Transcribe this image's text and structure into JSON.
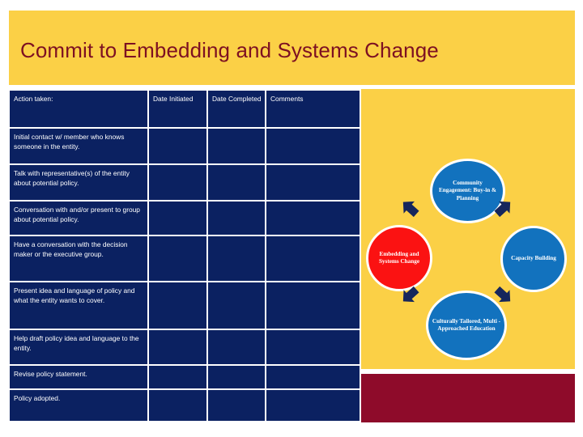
{
  "slide": {
    "title": "Commit to Embedding and Systems Change",
    "colors": {
      "title_band": "#fbd046",
      "title_text": "#7d1022",
      "body_panel": "#fbd046",
      "accent_maroon": "#8e0b2a",
      "table_cell": "#0b2161",
      "node_blue": "#1272be",
      "node_red": "#fb1212",
      "arrow": "#16265c"
    }
  },
  "table": {
    "headers": [
      "Action taken:",
      "Date Initiated",
      "Date Completed",
      "Comments"
    ],
    "rows": [
      {
        "action": "Initial contact w/ member who knows someone in the entity.",
        "date_initiated": "",
        "date_completed": "",
        "comments": ""
      },
      {
        "action": "Talk with representative(s) of the entity about potential policy.",
        "date_initiated": "",
        "date_completed": "",
        "comments": ""
      },
      {
        "action": "Conversation with and/or present to group about potential policy.",
        "date_initiated": "",
        "date_completed": "",
        "comments": ""
      },
      {
        "action": "Have a conversation with the decision maker or the executive group.",
        "date_initiated": "",
        "date_completed": "",
        "comments": ""
      },
      {
        "action": "Present idea and language of policy and what the entity wants to cover.",
        "date_initiated": "",
        "date_completed": "",
        "comments": ""
      },
      {
        "action": "Help draft policy idea and language to the entity.",
        "date_initiated": "",
        "date_completed": "",
        "comments": ""
      },
      {
        "action": "Revise policy statement.",
        "date_initiated": "",
        "date_completed": "",
        "comments": ""
      },
      {
        "action": "Policy adopted.",
        "date_initiated": "",
        "date_completed": "",
        "comments": ""
      }
    ]
  },
  "cycle_diagram": {
    "nodes": [
      {
        "id": "top",
        "label": "Community Engagement: Buy-in & Planning",
        "color": "#1272be"
      },
      {
        "id": "right",
        "label": "Capacity Building",
        "color": "#1272be"
      },
      {
        "id": "bottom",
        "label": "Culturally Tailored, Multi -Approached Education",
        "color": "#1272be"
      },
      {
        "id": "left",
        "label": "Embedding and Systems Change",
        "color": "#fb1212"
      }
    ],
    "arrows": [
      "arrow-top-left",
      "arrow-top-right",
      "arrow-bottom-right",
      "arrow-bottom-left"
    ]
  }
}
